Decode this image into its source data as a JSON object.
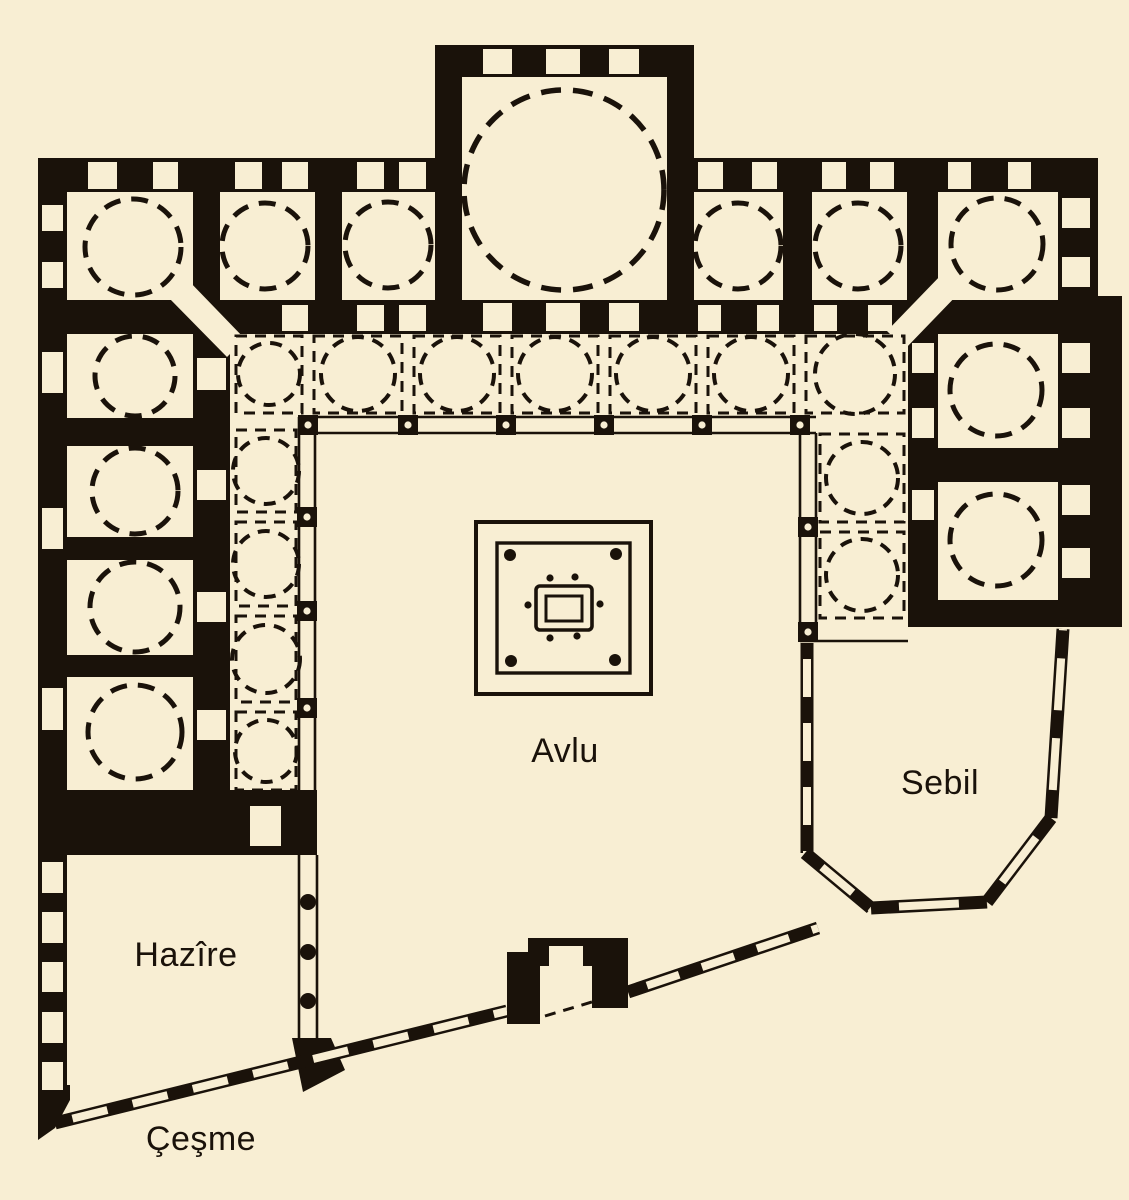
{
  "page": {
    "background": "#f8eed3",
    "ink": "#1a120a"
  },
  "plan": {
    "type": "architectural-floor-plan",
    "style": "black ink Ottoman külliye plan with dashed dome circles",
    "labels": {
      "courtyard": "Avlu",
      "sebil": "Sebil",
      "hazire": "Hazîre",
      "cesme": "Çeşme"
    }
  }
}
